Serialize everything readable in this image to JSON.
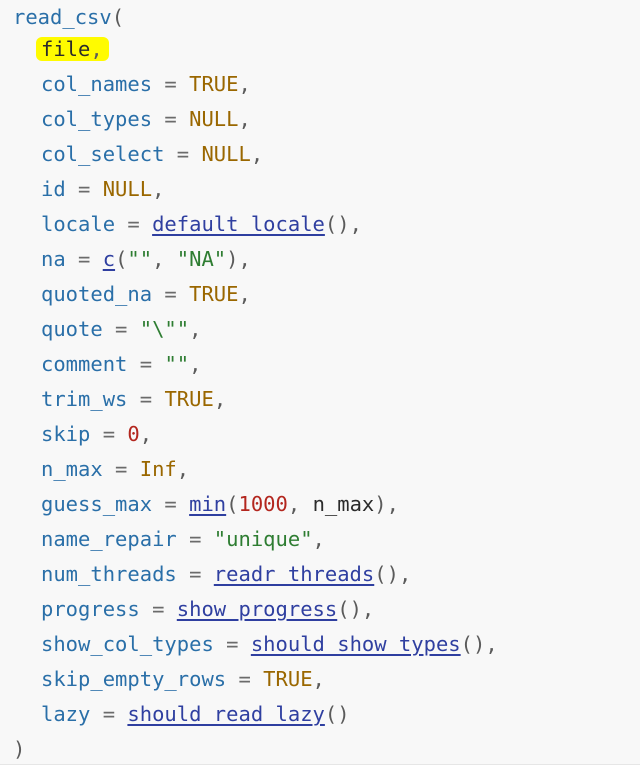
{
  "code": {
    "fn": "read_csv",
    "open_paren": "(",
    "close_paren": ")",
    "comma": ",",
    "eq": " = ",
    "call_parens": "()",
    "file_arg": "file",
    "args": {
      "col_names": {
        "name": "col_names",
        "value": "TRUE"
      },
      "col_types": {
        "name": "col_types",
        "value": "NULL"
      },
      "col_select": {
        "name": "col_select",
        "value": "NULL"
      },
      "id": {
        "name": "id",
        "value": "NULL"
      },
      "locale": {
        "name": "locale",
        "func": "default_locale"
      },
      "na": {
        "name": "na",
        "func": "c",
        "v1": "\"\"",
        "sep": ", ",
        "v2": "\"NA\""
      },
      "quoted_na": {
        "name": "quoted_na",
        "value": "TRUE"
      },
      "quote": {
        "name": "quote",
        "value": "\"\\\"\""
      },
      "comment": {
        "name": "comment",
        "value": "\"\""
      },
      "trim_ws": {
        "name": "trim_ws",
        "value": "TRUE"
      },
      "skip": {
        "name": "skip",
        "value": "0"
      },
      "n_max": {
        "name": "n_max",
        "value": "Inf"
      },
      "guess_max": {
        "name": "guess_max",
        "func": "min",
        "num": "1000",
        "sep": ", ",
        "arg": "n_max"
      },
      "name_repair": {
        "name": "name_repair",
        "value": "\"unique\""
      },
      "num_threads": {
        "name": "num_threads",
        "func": "readr_threads"
      },
      "progress": {
        "name": "progress",
        "func": "show_progress"
      },
      "show_col_types": {
        "name": "show_col_types",
        "func": "should_show_types"
      },
      "skip_empty_rows": {
        "name": "skip_empty_rows",
        "value": "TRUE"
      },
      "lazy": {
        "name": "lazy",
        "func": "should_read_lazy"
      }
    }
  },
  "colors": {
    "background": "#f8f8f8",
    "highlight": "#fffb00",
    "arg_name": "#2a6fa8",
    "constant": "#9a6700",
    "number": "#b3261e",
    "string": "#2e7d32",
    "link": "#2f3fa0"
  }
}
